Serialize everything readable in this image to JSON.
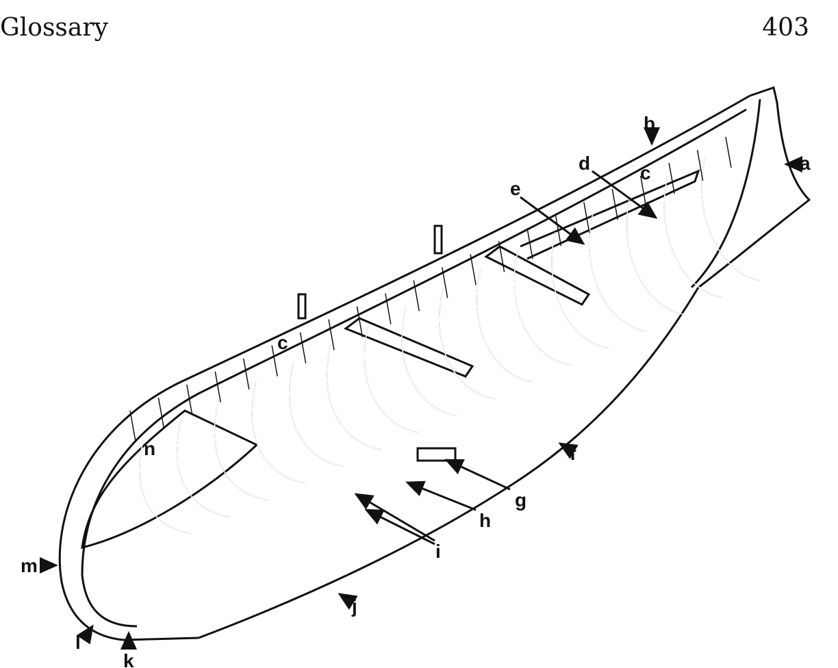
{
  "header": {
    "title": "Glossary",
    "page_number": "403"
  },
  "diagram": {
    "labels": {
      "a": "a",
      "b": "b",
      "c1": "c",
      "c2": "c",
      "d": "d",
      "e": "e",
      "f": "f",
      "g": "g",
      "h": "h",
      "i": "i",
      "j": "j",
      "k": "k",
      "l": "l",
      "m": "m",
      "n": "n"
    }
  }
}
